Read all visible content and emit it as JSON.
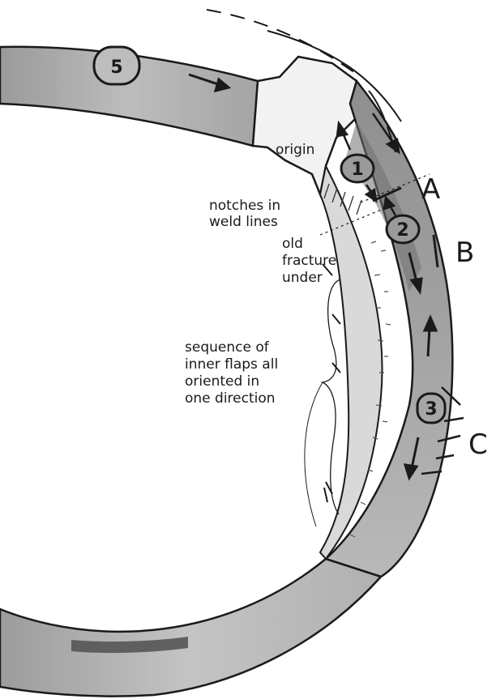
{
  "numbers": {
    "n5": "5",
    "n1": "1",
    "n2": "2",
    "n3": "3"
  },
  "letters": {
    "a": "A",
    "b": "B",
    "c": "C"
  },
  "labels": {
    "origin": "origin",
    "notches": [
      "notches in",
      "weld lines"
    ],
    "old_fracture": [
      "old",
      "fracture",
      "under"
    ],
    "sequence": [
      "sequence of",
      "inner flaps all",
      "oriented in",
      "one direction"
    ]
  },
  "colors": {
    "ink": "#1a1a1a",
    "ring_light": "#c9c9c9",
    "ring_mid": "#a9a9a9",
    "ring_dark": "#7f7f7f",
    "band": "#555555"
  }
}
